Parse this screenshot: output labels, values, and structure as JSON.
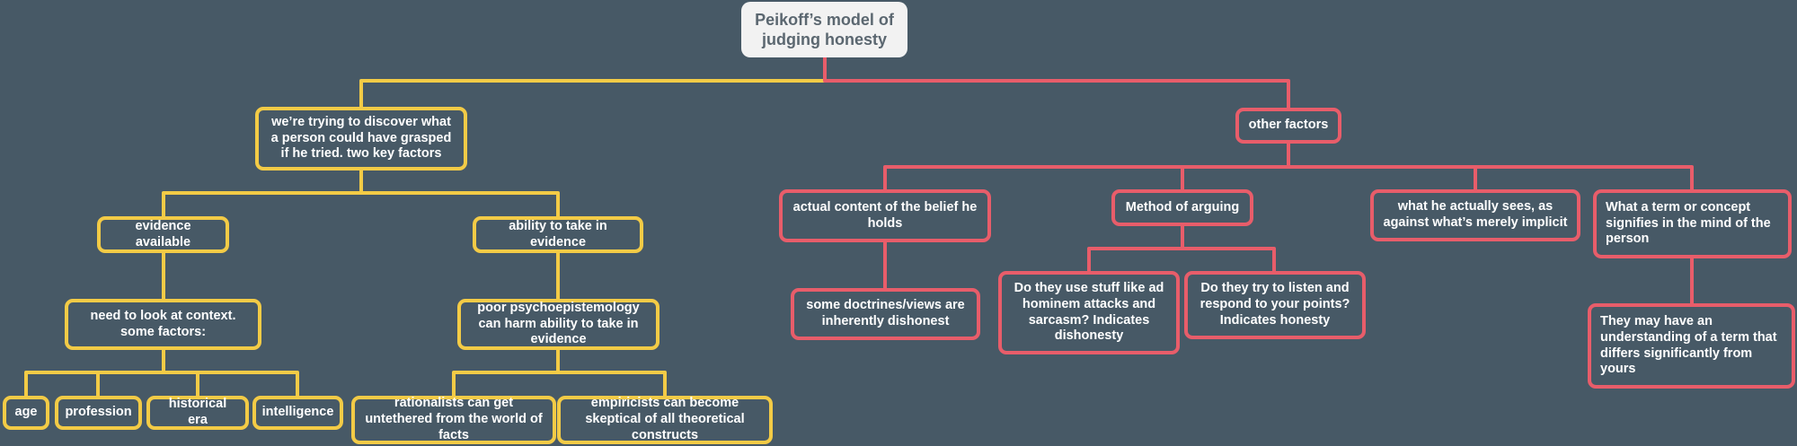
{
  "colors": {
    "background": "#475966",
    "left_branch": "#f3cb46",
    "right_branch": "#e85d6a",
    "root_fill": "#f2f2f2",
    "root_text": "#5b6770",
    "text": "#ffffff"
  },
  "root": {
    "label": "Peikoff’s model of judging honesty"
  },
  "left": {
    "main": "we’re trying to discover what a person could have grasped if he tried. two key factors",
    "evidence": "evidence available",
    "context": "need to look at context. some factors:",
    "factors": [
      "age",
      "profession",
      "historical era",
      "intelligence"
    ],
    "ability": "ability to take in evidence",
    "psycho": "poor psychoepistemology can harm ability to take in evidence",
    "rationalists": "rationalists can get untethered from the world of facts",
    "empiricists": "empiricists can become skeptical of all theoretical constructs"
  },
  "right": {
    "main": "other factors",
    "content": "actual content of the belief he holds",
    "doctrines": "some doctrines/views are inherently dishonest",
    "method": "Method of arguing",
    "ad_hominem": "Do they use stuff like ad hominem attacks and sarcasm? Indicates dishonesty",
    "listen": "Do they try to listen and respond to your points? Indicates honesty",
    "sees": "what he actually sees, as against what’s merely implicit",
    "term": "What a term or concept signifies in the mind of the person",
    "understanding": "They may have an understanding of a term that differs significantly from yours"
  }
}
